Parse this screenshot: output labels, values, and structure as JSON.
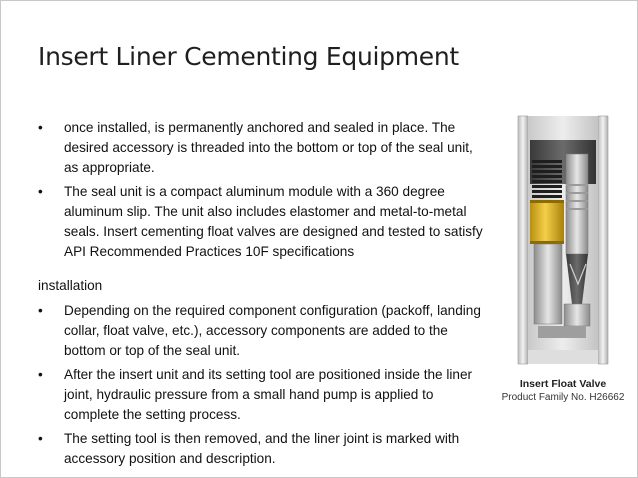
{
  "slide": {
    "title": "Insert Liner Cementing Equipment",
    "bullets_top": [
      "once installed, is permanently anchored and sealed in place. The desired accessory is threaded into the bottom or top of the seal unit, as appropriate.",
      "The seal unit is a compact aluminum module with a 360 degree aluminum slip. The unit also includes elastomer and metal-to-metal seals. Insert cementing float valves are designed and tested to satisfy API Recommended Practices 10F specifications"
    ],
    "section_label": "installation",
    "bullets_bottom": [
      "Depending on the required component configuration (packoff, landing collar, float valve, etc.), accessory components are added to the bottom or top of the seal unit.",
      "After the insert unit and its setting tool are positioned inside the liner joint, hydraulic pressure from a small hand pump is applied to complete the setting process.",
      "The setting tool is then removed, and the liner joint is marked with accessory position and description."
    ],
    "bullet_symbol": "•"
  },
  "figure": {
    "caption_title": "Insert Float Valve",
    "caption_subtitle": "Product Family No. H26662"
  },
  "colors": {
    "casing": "#d7d7d7",
    "liner_bore": "#4a4a4a",
    "seal_dark": "#2c2c2c",
    "slip_gold": "#e5b51f",
    "valve_silver": "#b8b8b8"
  }
}
